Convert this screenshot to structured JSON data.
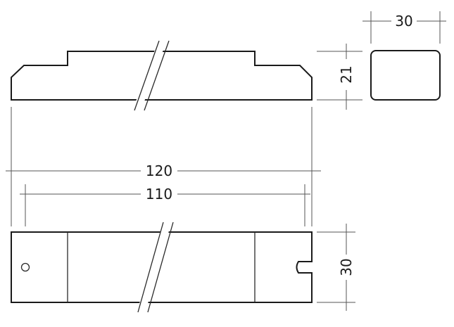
{
  "dimensions": {
    "overall_length": "120",
    "mounting_distance": "110",
    "height": "21",
    "width_end_view": "30",
    "width_bottom_view": "30"
  },
  "colors": {
    "line": "#1a1a1a",
    "dimension_line": "#555555",
    "background": "#ffffff"
  }
}
